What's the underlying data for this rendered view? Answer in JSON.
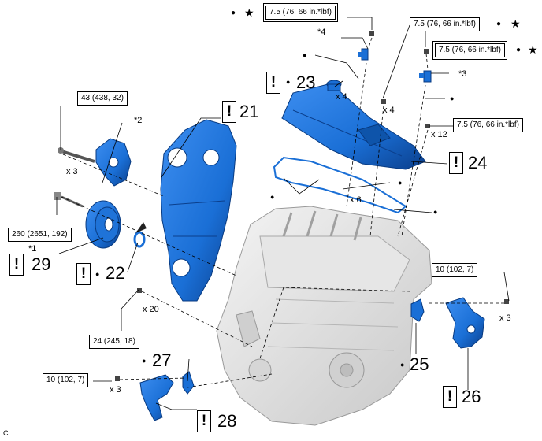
{
  "torque": {
    "t_intake_top": "7.5 (76, 66 in.*lbf)",
    "t_exhaust_top": "7.5 (76, 66 in.*lbf)",
    "t_right_sensor": "7.5 (76, 66 in.*lbf)",
    "t_cover_bolts": "7.5 (76, 66 in.*lbf)",
    "t_bracket": "43 (438, 32)",
    "t_pulley": "260 (2651, 192)",
    "t_timing_cover": "24 (245, 18)",
    "t_water_inlet": "10 (102, 7)",
    "t_water_outlet": "10 (102, 7)"
  },
  "quantities": {
    "q_x3_bracket": "x 3",
    "q_x4_a": "x 4",
    "q_x4_b": "x 4",
    "q_x12": "x 12",
    "q_x6": "x 6",
    "q_x20": "x 20",
    "q_x3_outlet": "x 3",
    "q_x3_inlet": "x 3"
  },
  "callouts": {
    "c21": "21",
    "c22": "22",
    "c23": "23",
    "c24": "24",
    "c25": "25",
    "c26": "26",
    "c27": "27",
    "c28": "28",
    "c29": "29"
  },
  "notes": {
    "n1": "*1",
    "n2": "*2",
    "n3": "*3",
    "n4": "*4"
  },
  "symbols": {
    "warning": "!",
    "star": "★",
    "dot": "●"
  },
  "figure_code": "C",
  "colors": {
    "part_blue": "#1a6fd6",
    "part_blue_dark": "#0b3f8c",
    "engine_gray": "#dcdcdc",
    "line": "#000000"
  }
}
